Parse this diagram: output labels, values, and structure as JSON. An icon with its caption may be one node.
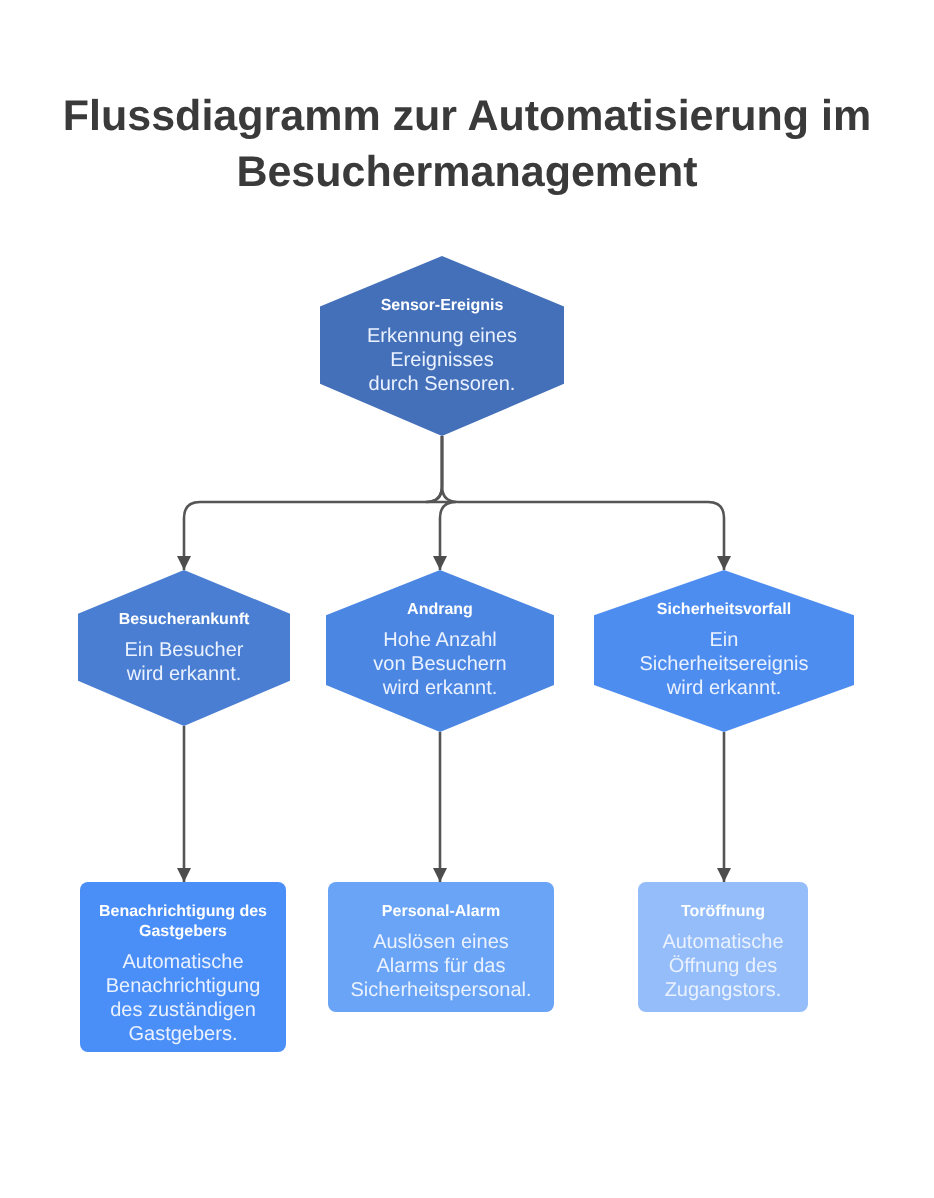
{
  "diagram": {
    "title": "Flussdiagramm zur Automatisierung im Besuchermanagement",
    "nodes": [
      {
        "text": [
          "Sensor-Ereignis",
          "Erkennung eines Ereignisses durch Sensoren."
        ]
      },
      {
        "text": [
          "Besucherankunft",
          "Ein Besucher wird erkannt."
        ]
      },
      {
        "text": [
          "Andrang",
          "Hohe Anzahl von Besuchern wird erkannt."
        ]
      },
      {
        "text": [
          "Sicherheitsvorfall",
          "Ein Sicherheitsereignis wird erkannt."
        ]
      },
      {
        "text": [
          "Benachrichtigung des Gastgebers",
          "Automatische Benachrichtigung des zuständigen Gastgebers."
        ]
      },
      {
        "text": [
          "Personal-Alarm",
          "Auslösen eines Alarms für das Sicherheitspersonal."
        ]
      },
      {
        "text": [
          "Toröffnung",
          "Automatische Öffnung des Zugangstors."
        ]
      }
    ],
    "edges": [
      {
        "from": 0,
        "to": 1,
        "arrow": "to"
      },
      {
        "from": 0,
        "to": 2,
        "arrow": "to"
      },
      {
        "from": 0,
        "to": 3,
        "arrow": "to"
      },
      {
        "from": 1,
        "to": 4,
        "arrow": "to"
      },
      {
        "from": 2,
        "to": 5,
        "arrow": "to"
      },
      {
        "from": 3,
        "to": 6,
        "arrow": "to"
      }
    ]
  }
}
